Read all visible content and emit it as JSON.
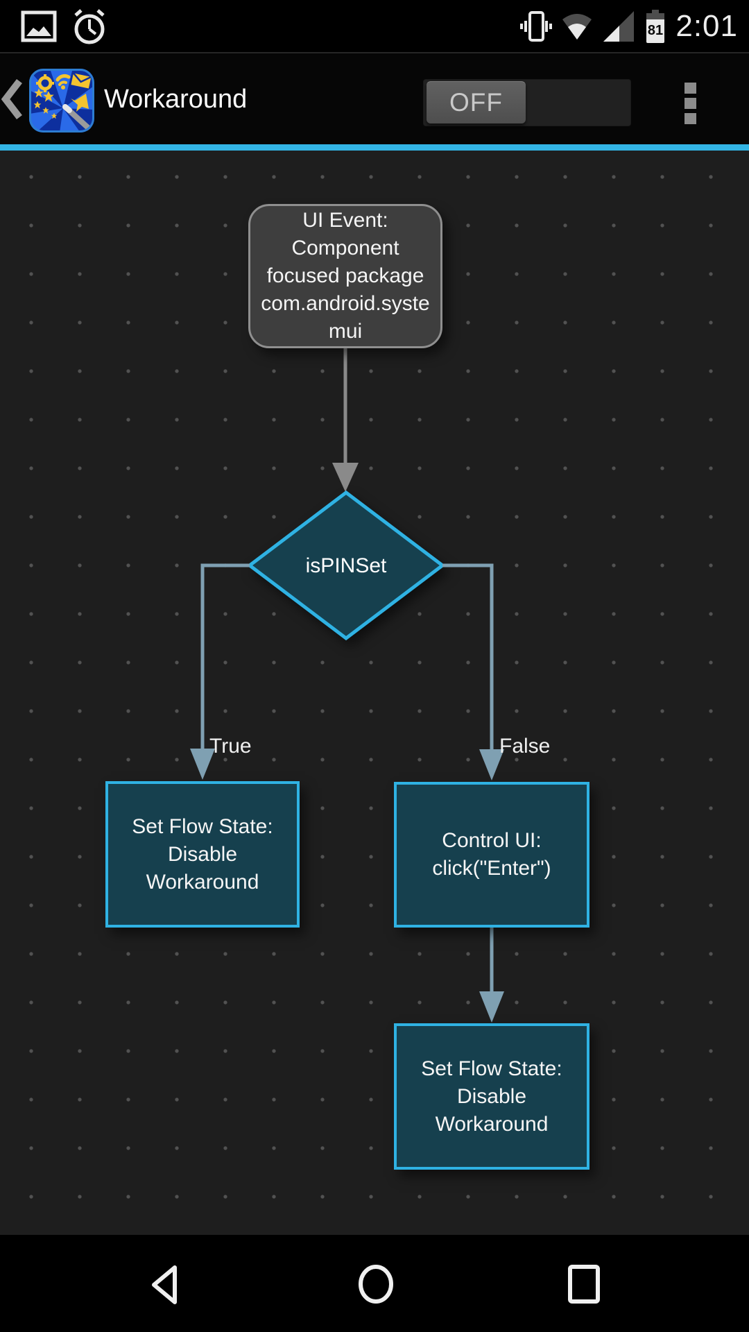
{
  "status_bar": {
    "time": "2:01",
    "battery_percent": "81",
    "left_icons": [
      "screenshot-icon",
      "alarm-icon"
    ],
    "right_icons": [
      "vibrate-icon",
      "wifi-icon",
      "cell-signal-icon",
      "battery-icon"
    ]
  },
  "app_bar": {
    "title": "Workaround",
    "toggle": {
      "state_label": "OFF"
    },
    "accent_color": "#33b5e5"
  },
  "flowchart": {
    "nodes": [
      {
        "id": "event",
        "type": "rounded",
        "label": "UI Event: Component focused package com.android.systemui"
      },
      {
        "id": "decision",
        "type": "diamond",
        "label": "isPINSet"
      },
      {
        "id": "true-branch",
        "type": "rect",
        "label": "Set Flow State: Disable Workaround"
      },
      {
        "id": "false-branch",
        "type": "rect",
        "label": "Control UI: click(\"Enter\")"
      },
      {
        "id": "end",
        "type": "rect",
        "label": "Set Flow State: Disable Workaround"
      }
    ],
    "edge_labels": {
      "true": "True",
      "false": "False"
    },
    "colors": {
      "node_fill": "#16404e",
      "node_border": "#2fb2e3",
      "event_fill": "#3e3e3e",
      "event_border": "#8f8f8f",
      "edge_grey": "#8a8a8a",
      "edge_steel": "#7fa0b2",
      "canvas_bg": "#1e1e1e"
    }
  },
  "nav_bar": {
    "icons": [
      "back-icon",
      "home-icon",
      "recents-icon"
    ]
  }
}
